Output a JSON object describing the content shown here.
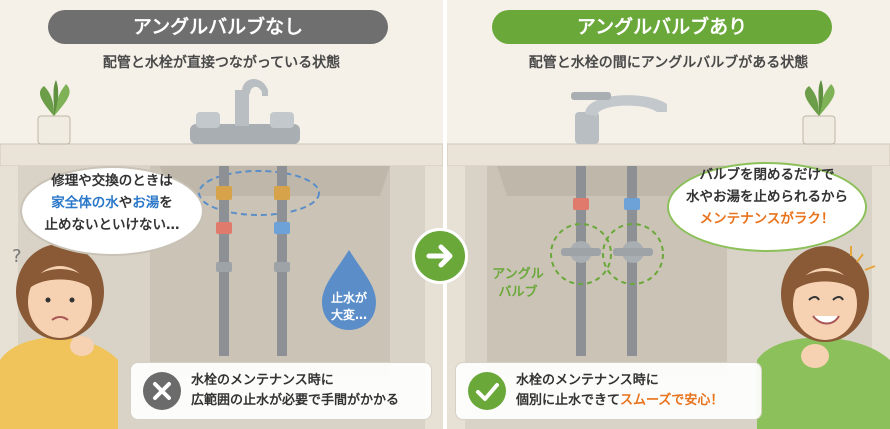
{
  "left": {
    "title": "アングルバルブなし",
    "subtitle": "配管と水栓が直接つながっている状態",
    "bubble": {
      "line1": "修理や交換のときは",
      "line2_a": "家全体の",
      "line2_b": "水",
      "line2_c": "や",
      "line2_d": "お湯",
      "line2_e": "を",
      "line3": "止めないといけない…"
    },
    "drop_line1": "止水が",
    "drop_line2": "大変…",
    "note_line1": "水栓のメンテナンス時に",
    "note_line2": "広範囲の止水が必要で手間がかかる"
  },
  "right": {
    "title": "アングルバルブあり",
    "subtitle": "配管と水栓の間にアングルバルブがある状態",
    "bubble": {
      "line1": "バルブを閉めるだけで",
      "line2": "水やお湯を止められるから",
      "line3": "メンテナンスがラク！"
    },
    "valve_label_line1": "アングル",
    "valve_label_line2": "バルブ",
    "note_line1": "水栓のメンテナンス時に",
    "note_line2_a": "個別に止水できて",
    "note_line2_b": "スムーズで安心！"
  },
  "colors": {
    "gray_accent": "#6f6f6f",
    "green_accent": "#6aa83a",
    "highlight_orange": "#e8731c",
    "highlight_blue": "#2c78c9"
  }
}
